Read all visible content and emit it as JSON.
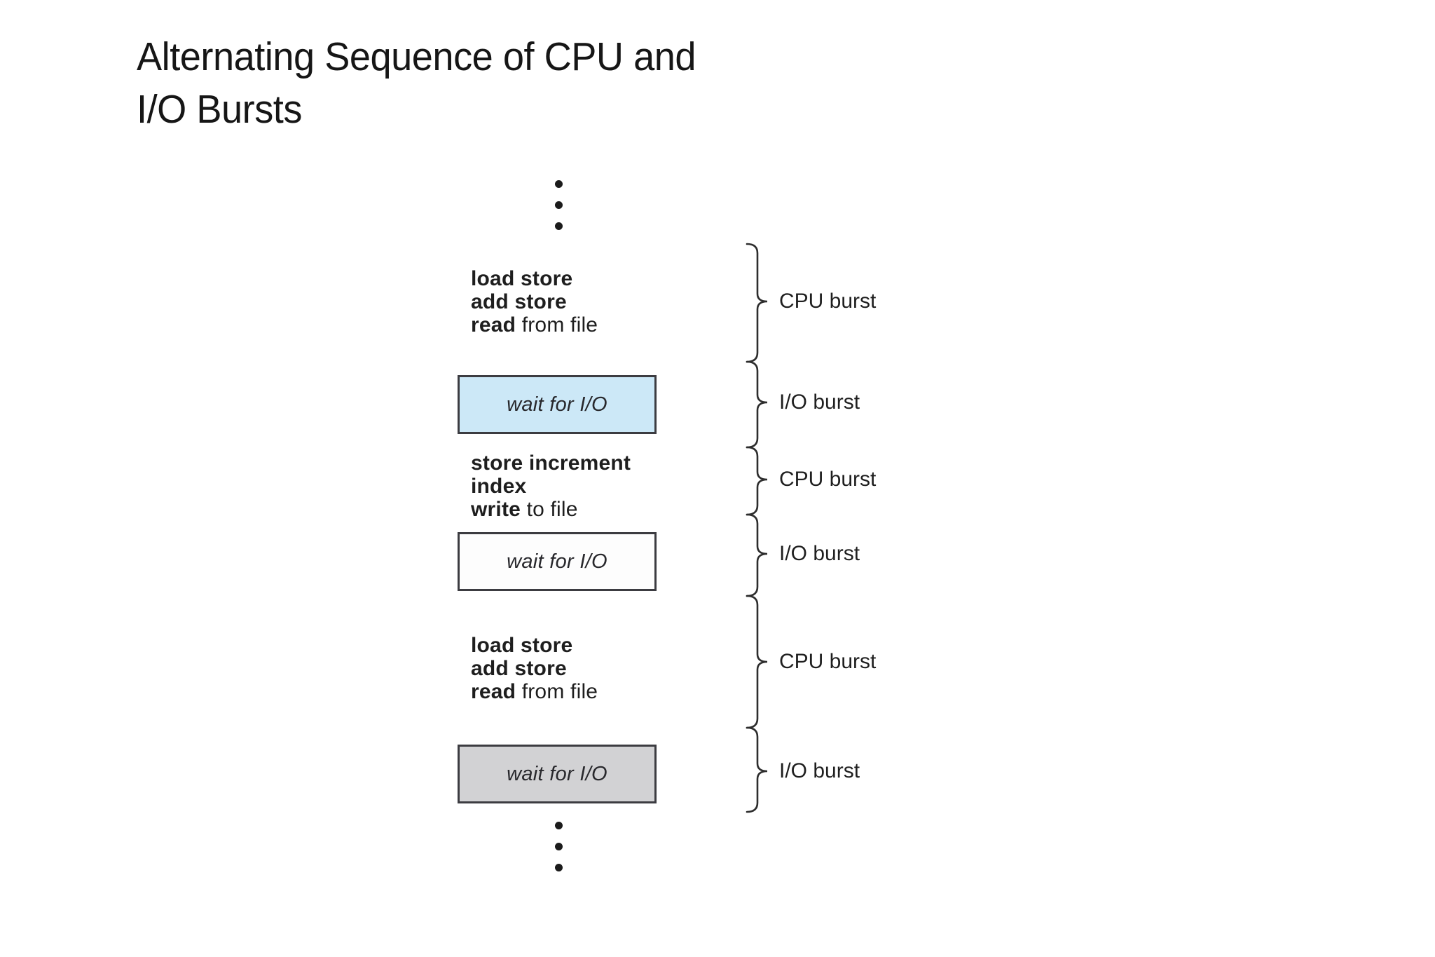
{
  "slide": {
    "title": "Alternating Sequence of CPU and\nI/O Bursts"
  },
  "diagram": {
    "code_blocks": [
      {
        "lines": [
          {
            "bold": "load store",
            "regular": ""
          },
          {
            "bold": "add store",
            "regular": ""
          },
          {
            "bold": "read",
            "regular": " from file"
          }
        ]
      },
      {
        "lines": [
          {
            "bold": "store increment",
            "regular": ""
          },
          {
            "bold": "index",
            "regular": ""
          },
          {
            "bold": "write",
            "regular": " to file"
          }
        ]
      },
      {
        "lines": [
          {
            "bold": "load store",
            "regular": ""
          },
          {
            "bold": "add store",
            "regular": ""
          },
          {
            "bold": "read",
            "regular": " from file"
          }
        ]
      }
    ],
    "wait_boxes": [
      {
        "label": "wait for I/O",
        "fill": "#cce8f7"
      },
      {
        "label": "wait for I/O",
        "fill": "#fdfdfd"
      },
      {
        "label": "wait for I/O",
        "fill": "#d2d2d4"
      }
    ],
    "burst_labels": [
      {
        "label": "CPU burst"
      },
      {
        "label": "I/O burst"
      },
      {
        "label": "CPU burst"
      },
      {
        "label": "I/O burst"
      },
      {
        "label": "CPU burst"
      },
      {
        "label": "I/O burst"
      }
    ],
    "colors": {
      "box_border": "#3c3c41",
      "brace_stroke": "#2d2d2d",
      "text": "#1e1e1e"
    }
  }
}
